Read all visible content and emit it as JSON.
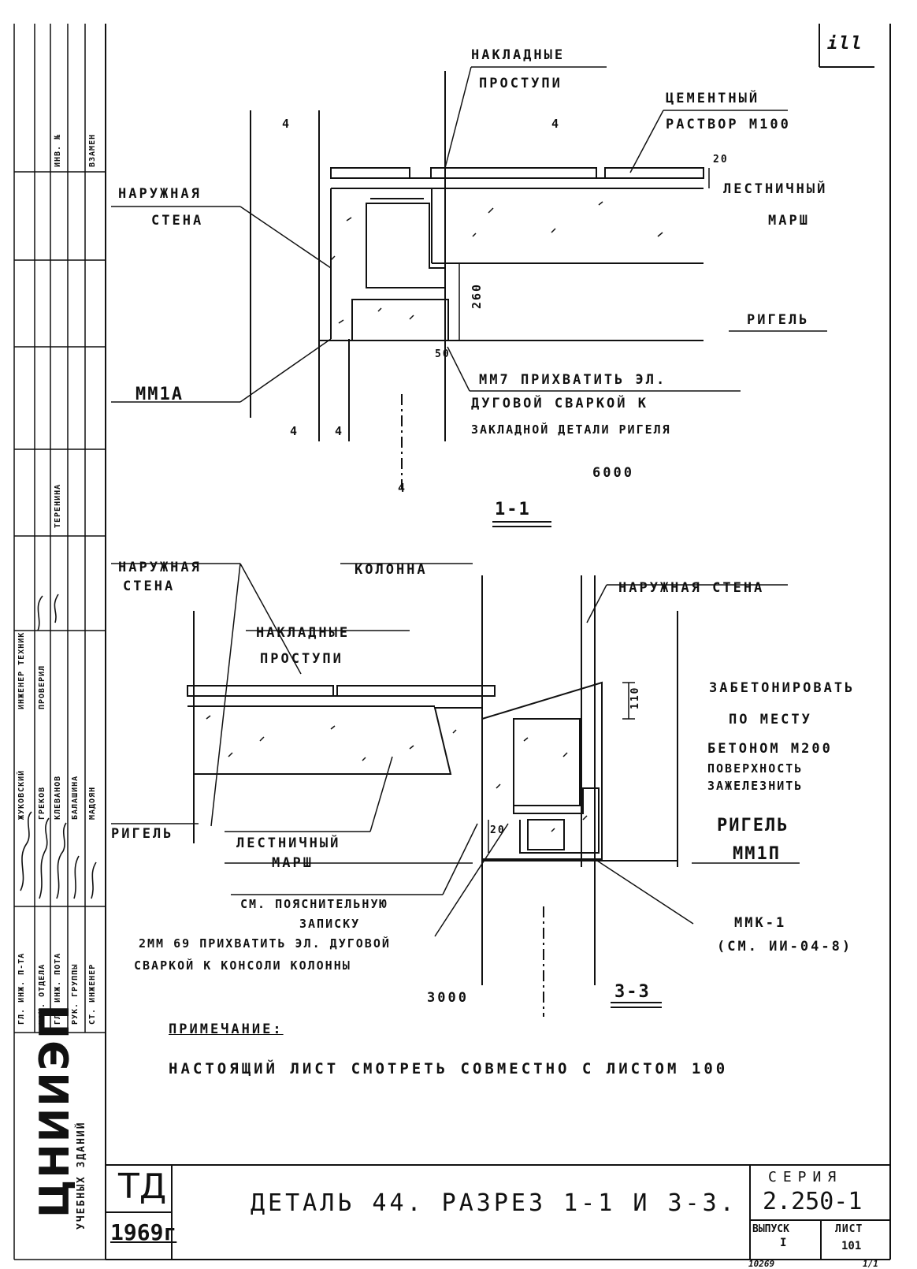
{
  "sheet_mark": "ill",
  "section_1": {
    "title": "1-1",
    "overlay_treads": [
      "НАКЛАДНЫЕ",
      "ПРОСТУПИ"
    ],
    "cement_mortar": [
      "ЦЕМЕНТНЫЙ",
      "РАСТВОР М100"
    ],
    "dim_20": "20",
    "stair_flight": [
      "ЛЕСТНИЧНЫЙ",
      "МАРШ"
    ],
    "outer_wall": [
      "НАРУЖНАЯ",
      "СТЕНА"
    ],
    "dim_260": "260",
    "beam": "РИГЕЛЬ",
    "dim_50": "50",
    "weld_note": [
      "ММ7 ПРИХВАТИТЬ ЭЛ.",
      "ДУГОВОЙ СВАРКОЙ К",
      "ЗАКЛАДНОЙ ДЕТАЛИ РИГЕЛЯ"
    ],
    "mm_mark": "ММ1А",
    "span": "6000",
    "axis_marks": [
      "4",
      "4",
      "4",
      "4",
      "4"
    ]
  },
  "section_3": {
    "title": "3-3",
    "outer_wall_left": [
      "НАРУЖНАЯ",
      "СТЕНА"
    ],
    "column": "КОЛОННА",
    "outer_wall_right": "НАРУЖНАЯ СТЕНА",
    "overlay_treads": [
      "НАКЛАДНЫЕ",
      "ПРОСТУПИ"
    ],
    "dim_110": "110",
    "concrete_note": [
      "ЗАБЕТОНИРОВАТЬ",
      "ПО МЕСТУ",
      "БЕТОНОМ М200",
      "ПОВЕРХНОСТЬ",
      "ЗАЖЕЛЕЗНИТЬ"
    ],
    "beam_left": "РИГЕЛЬ",
    "beam_right": "РИГЕЛЬ",
    "stair_flight": [
      "ЛЕСТНИЧНЫЙ",
      "МАРШ"
    ],
    "dim_20": "20",
    "mm_mark": "ММ1П",
    "see_note": [
      "СМ. ПОЯСНИТЕЛЬНУЮ",
      "ЗАПИСКУ"
    ],
    "weld_note": [
      "2ММ 69 ПРИХВАТИТЬ ЭЛ. ДУГОВОЙ",
      "СВАРКОЙ К КОНСОЛИ КОЛОННЫ"
    ],
    "mmk": [
      "ММК-1",
      "(СМ. ИИ-04-8)"
    ],
    "span": "3000"
  },
  "note": {
    "heading": "ПРИМЕЧАНИЕ:",
    "text": "НАСТОЯЩИЙ ЛИСТ СМОТРЕТЬ СОВМЕСТНО С ЛИСТОМ 100"
  },
  "title_block": {
    "td": "ТД",
    "year": "1969г",
    "title": "ДЕТАЛЬ 44. РАЗРЕЗ 1-1 И 3-3.",
    "series_label": "СЕРИЯ",
    "series": "2.250-1",
    "issue_label": "ВЫПУСК",
    "issue": "I",
    "sheet_label": "ЛИСТ",
    "sheet": "101",
    "footer_code": "10269",
    "footer_right": "1/1"
  },
  "side_stamp": {
    "org": "ЦНИИЭП",
    "org_sub": "УЧЕБНЫХ ЗДАНИЙ",
    "top_cols": [
      "ИНВ. №",
      "ВЗАМЕН"
    ],
    "roles": [
      "ГЛ. ИНЖ. П-ТА",
      "НАЧ. ОТДЕЛА",
      "ГЛ. ИНЖ. ПОТА",
      "РУК. ГРУППЫ",
      "СТ. ИНЖЕНЕР",
      "ИНЖЕНЕР ТЕХНИК",
      "ПРОВЕРИЛ"
    ],
    "names": [
      "ЖУКОВСКИЙ",
      "ГРЕКОВ",
      "КЛЕВАНОВ",
      "БАЛАШИНА",
      "МАДОЯН",
      "ТЕРЕНИНА"
    ]
  }
}
